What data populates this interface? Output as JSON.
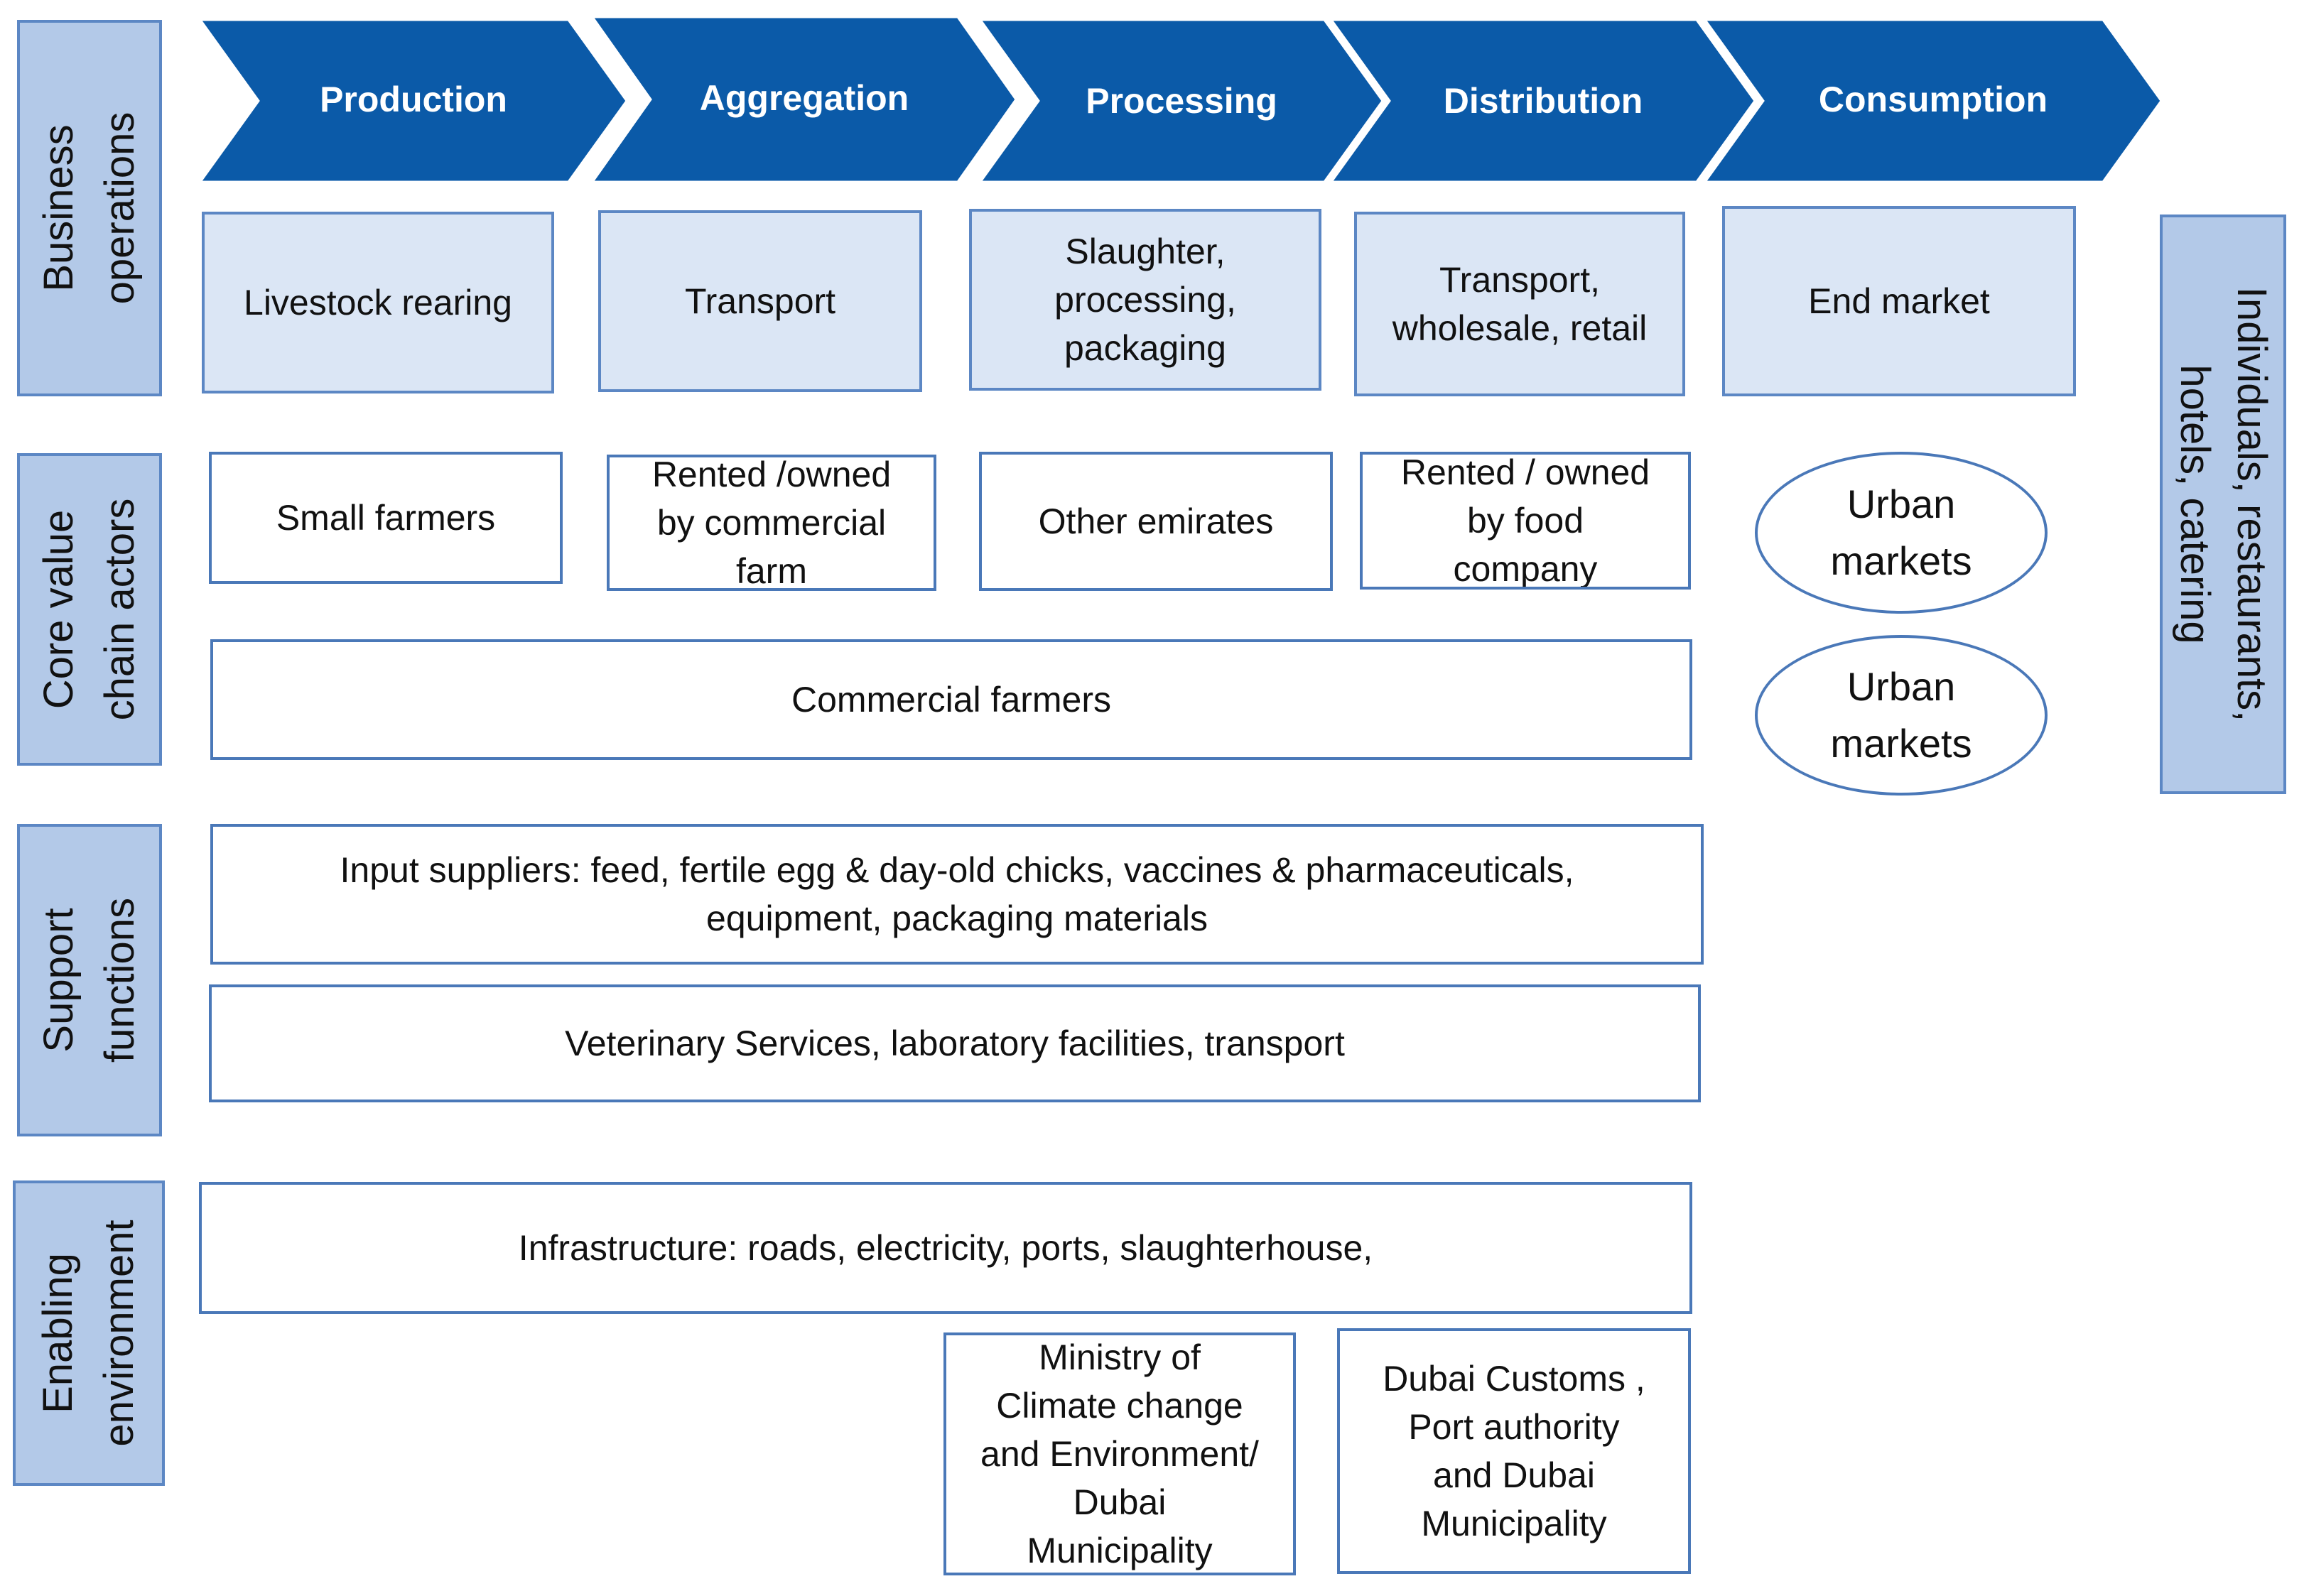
{
  "row_labels": {
    "business": "Business\noperations",
    "core": "Core value\nchain actors",
    "support": "Support\nfunctions",
    "enabling": "Enabling\nenvironment"
  },
  "stages": [
    "Production",
    "Aggregation",
    "Processing",
    "Distribution",
    "Consumption"
  ],
  "operations": {
    "production": "Livestock rearing",
    "aggregation": "Transport",
    "processing": "Slaughter,\nprocessing,\npackaging",
    "distribution": "Transport,\nwholesale, retail",
    "consumption": "End market"
  },
  "actors": {
    "small_farmers": "Small farmers",
    "rented_commercial": "Rented /owned\nby commercial\nfarm",
    "other_emirates": "Other emirates",
    "rented_food": "Rented / owned\nby food\ncompany",
    "commercial_farmers": "Commercial farmers",
    "urban_markets_1": "Urban\nmarkets",
    "urban_markets_2": "Urban\nmarkets"
  },
  "consumers": "Individuals, restaurants,\nhotels, catering",
  "support": {
    "inputs": "Input suppliers: feed, fertile egg & day-old chicks, vaccines & pharmaceuticals,\nequipment, packaging materials",
    "services": "Veterinary Services, laboratory facilities, transport"
  },
  "enabling": {
    "infrastructure": "Infrastructure: roads, electricity, ports, slaughterhouse,",
    "ministry": "Ministry of\nClimate change\nand Environment/\nDubai\nMunicipality",
    "customs": "Dubai Customs ,\nPort authority\nand Dubai\nMunicipality"
  },
  "colors": {
    "chevron": "#0b5aa8",
    "row_label_fill": "#b3c9e8",
    "op_box_fill": "#dbe6f5",
    "border": "#4a78b8"
  }
}
